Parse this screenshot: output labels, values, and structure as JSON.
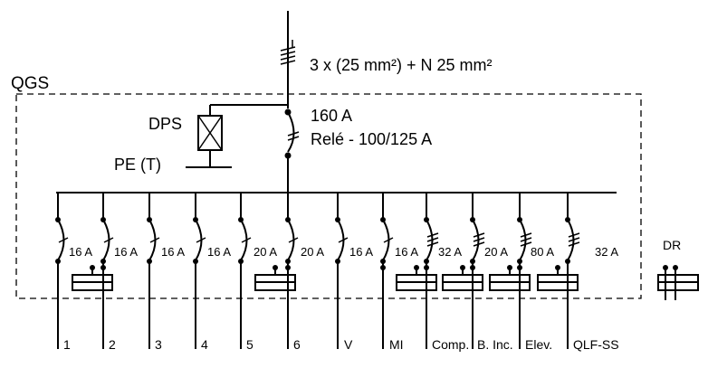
{
  "panel": {
    "label": "QGS"
  },
  "feeder": {
    "cable_label": "3 x (25 mm²) + N 25 mm²",
    "main_breaker_rating": "160 A",
    "relay_label": "Relé - 100/125 A"
  },
  "surge": {
    "dps_label": "DPS",
    "pe_label": "PE (T)"
  },
  "circuits": [
    {
      "rating": "16 A",
      "label": "1"
    },
    {
      "rating": "16 A",
      "label": "2"
    },
    {
      "rating": "16 A",
      "label": "3"
    },
    {
      "rating": "16 A",
      "label": "4"
    },
    {
      "rating": "20 A",
      "label": "5"
    },
    {
      "rating": "20 A",
      "label": "6"
    },
    {
      "rating": "16 A",
      "label": "V"
    },
    {
      "rating": "16 A",
      "label": "MI"
    },
    {
      "rating": "32 A",
      "label": "Comp."
    },
    {
      "rating": "20 A",
      "label": "B. Inc."
    },
    {
      "rating": "80 A",
      "label": "Elev."
    },
    {
      "rating": "32 A",
      "label": "QLF-SS"
    }
  ],
  "dr": {
    "label": "DR"
  }
}
